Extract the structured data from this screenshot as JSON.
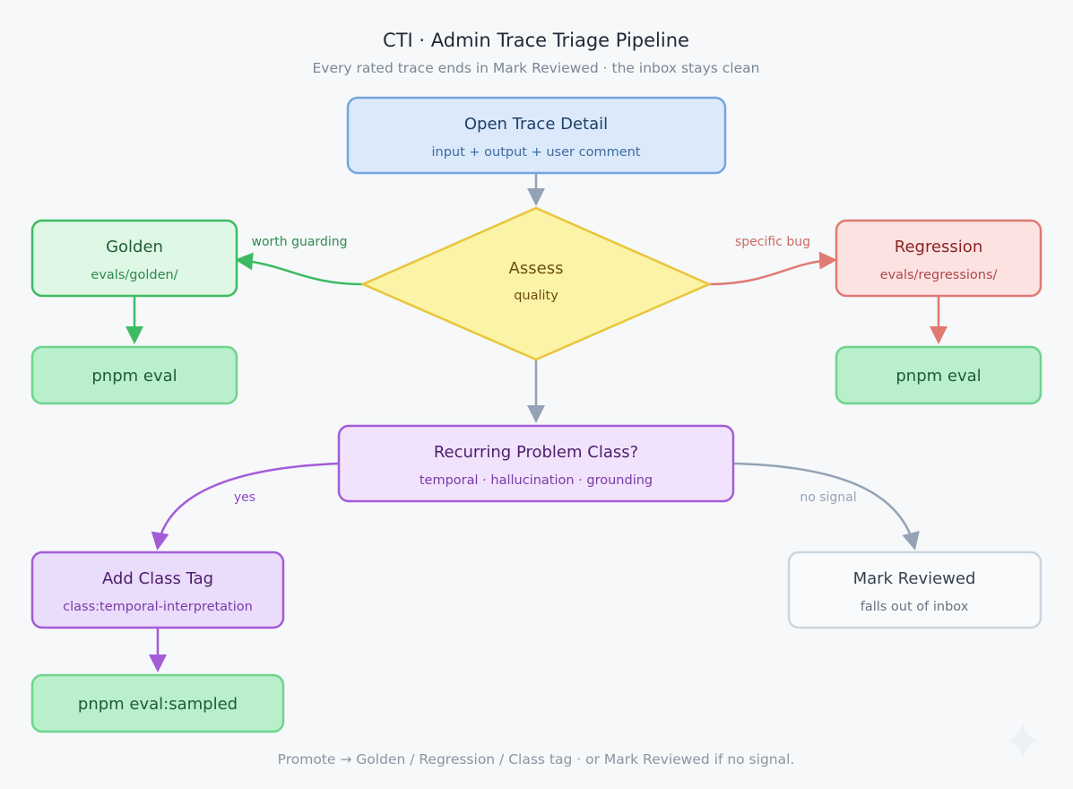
{
  "header": {
    "title": "CTI · Admin Trace Triage Pipeline",
    "subtitle": "Every rated trace ends in Mark Reviewed · the inbox stays clean"
  },
  "nodes": {
    "open_trace": {
      "title": "Open Trace Detail",
      "sub": "input + output + user comment"
    },
    "assess": {
      "title": "Assess",
      "sub": "quality"
    },
    "golden": {
      "title": "Golden",
      "sub": "evals/golden/"
    },
    "golden_eval": {
      "title": "pnpm eval"
    },
    "regression": {
      "title": "Regression",
      "sub": "evals/regressions/"
    },
    "regression_eval": {
      "title": "pnpm eval"
    },
    "recurring": {
      "title": "Recurring Problem Class?",
      "sub": "temporal · hallucination · grounding"
    },
    "class_tag": {
      "title": "Add Class Tag",
      "sub": "class:temporal-interpretation"
    },
    "sampled_eval": {
      "title": "pnpm eval:sampled"
    },
    "mark_reviewed": {
      "title": "Mark Reviewed",
      "sub": "falls out of inbox"
    }
  },
  "edges": {
    "worth_guarding": "worth guarding",
    "specific_bug": "specific bug",
    "yes": "yes",
    "no_signal": "no signal"
  },
  "footer": "Promote → Golden / Regression / Class tag · or Mark Reviewed if no signal.",
  "colors": {
    "blue_fill": "#dbe9fb",
    "blue_stroke": "#74a5e0",
    "blue_text": "#1f3f66",
    "blue_sub": "#3e6c9e",
    "yellow_fill": "#fbf3a5",
    "yellow_stroke": "#e8c53a",
    "yellow_text": "#6b4d12",
    "green_fill": "#dff7e5",
    "green_stroke": "#3dbb62",
    "green_text": "#1f5c36",
    "green_sub": "#2f8a4f",
    "green_eval_fill": "#b9efca",
    "green_eval_stroke": "#6fd48e",
    "red_fill": "#fde2e2",
    "red_stroke": "#e07a72",
    "red_text": "#8a2323",
    "red_sub": "#b04848",
    "purple_fill": "#f1e3fc",
    "purple_stroke": "#a45cd6",
    "purple_text": "#4c1d6b",
    "purple_sub": "#7a3aa6",
    "grey_fill": "#f8fafc",
    "grey_stroke": "#cbd5de",
    "grey_text": "#374151",
    "grey_sub": "#6b7280",
    "arrow_grey": "#94a3b4"
  }
}
